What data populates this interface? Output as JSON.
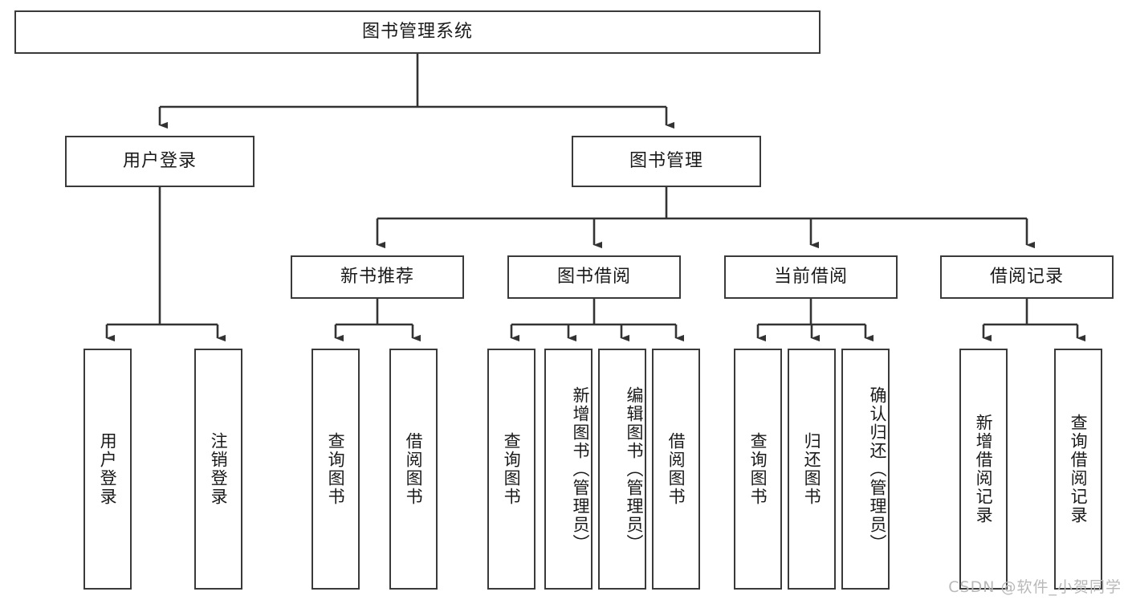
{
  "diagram": {
    "title": "图书管理系统",
    "type": "tree",
    "watermark": "CSDN @软件_小贺同学",
    "colors": {
      "box_border": "#3a3a3a",
      "box_fill": "#ffffff",
      "edge": "#333333",
      "text": "#1a1a1a",
      "watermark": "#b9b9b9",
      "background": "#ffffff"
    },
    "nodes": {
      "root": {
        "label": "图书管理系统"
      },
      "level2": [
        {
          "label": "用户登录"
        },
        {
          "label": "图书管理"
        }
      ],
      "level3": [
        {
          "label": "新书推荐"
        },
        {
          "label": "图书借阅"
        },
        {
          "label": "当前借阅"
        },
        {
          "label": "借阅记录"
        }
      ],
      "leaves": {
        "user_login": [
          {
            "label": "用户登录"
          },
          {
            "label": "注销登录"
          }
        ],
        "new_book_recommend": [
          {
            "label": "查询图书"
          },
          {
            "label": "借阅图书"
          }
        ],
        "book_borrow": [
          {
            "label": "查询图书"
          },
          {
            "label": "新增图书（管理员）"
          },
          {
            "label": "编辑图书（管理员）"
          },
          {
            "label": "借阅图书"
          }
        ],
        "current_borrow": [
          {
            "label": "查询图书"
          },
          {
            "label": "归还图书"
          },
          {
            "label": "确认归还（管理员）"
          }
        ],
        "borrow_record": [
          {
            "label": "新增借阅记录"
          },
          {
            "label": "查询借阅记录"
          }
        ]
      }
    }
  }
}
